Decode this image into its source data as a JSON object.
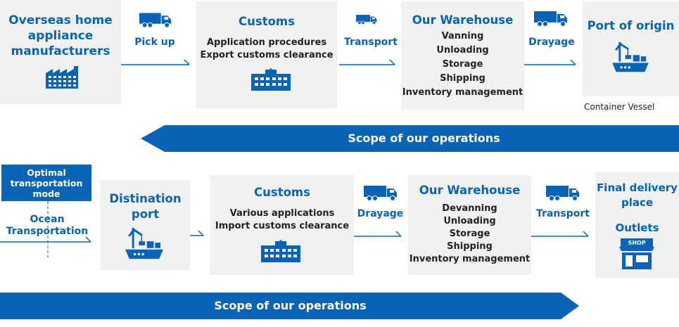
{
  "colors": {
    "accent": "#0a63b5",
    "box_bg": "#f0f1f1",
    "text": "#222222"
  },
  "top": {
    "manufacturer": {
      "lines": [
        "Overseas home",
        "appliance",
        "manufacturers"
      ],
      "icon": "factory-icon"
    },
    "pickup_label": "Pick up",
    "customs": {
      "title": "Customs",
      "lines": [
        "Application procedures",
        "Export customs clearance"
      ],
      "icon": "customs-building-icon"
    },
    "transport_label": "Transport",
    "warehouse": {
      "title": "Our Warehouse",
      "lines": [
        "Vanning",
        "Unloading",
        "Storage",
        "Shipping",
        "Inventory management"
      ]
    },
    "drayage_label": "Drayage",
    "port": {
      "title": "Port of origin",
      "icon": "container-ship-icon",
      "caption": "Container Vessel"
    },
    "scope_label": "Scope of our operations"
  },
  "bottom": {
    "mode_box": {
      "lines": [
        "Optimal",
        "transportation",
        "mode"
      ]
    },
    "ocean": {
      "lines": [
        "Ocean",
        "Transportation"
      ]
    },
    "destination": {
      "lines": [
        "Distination",
        "port"
      ],
      "icon": "container-ship-icon"
    },
    "customs": {
      "title": "Customs",
      "lines": [
        "Various applications",
        "Import customs clearance"
      ],
      "icon": "customs-building-icon"
    },
    "drayage_label": "Drayage",
    "warehouse": {
      "title": "Our Warehouse",
      "lines": [
        "Devanning",
        "Unloading",
        "Storage",
        "Shipping",
        "Inventory management"
      ]
    },
    "transport_label": "Transport",
    "final": {
      "lines": [
        "Final delivery",
        "place"
      ],
      "outlets": "Outlets",
      "shop_sign": "SHOP",
      "icon": "shop-icon"
    },
    "scope_label": "Scope of our operations"
  }
}
